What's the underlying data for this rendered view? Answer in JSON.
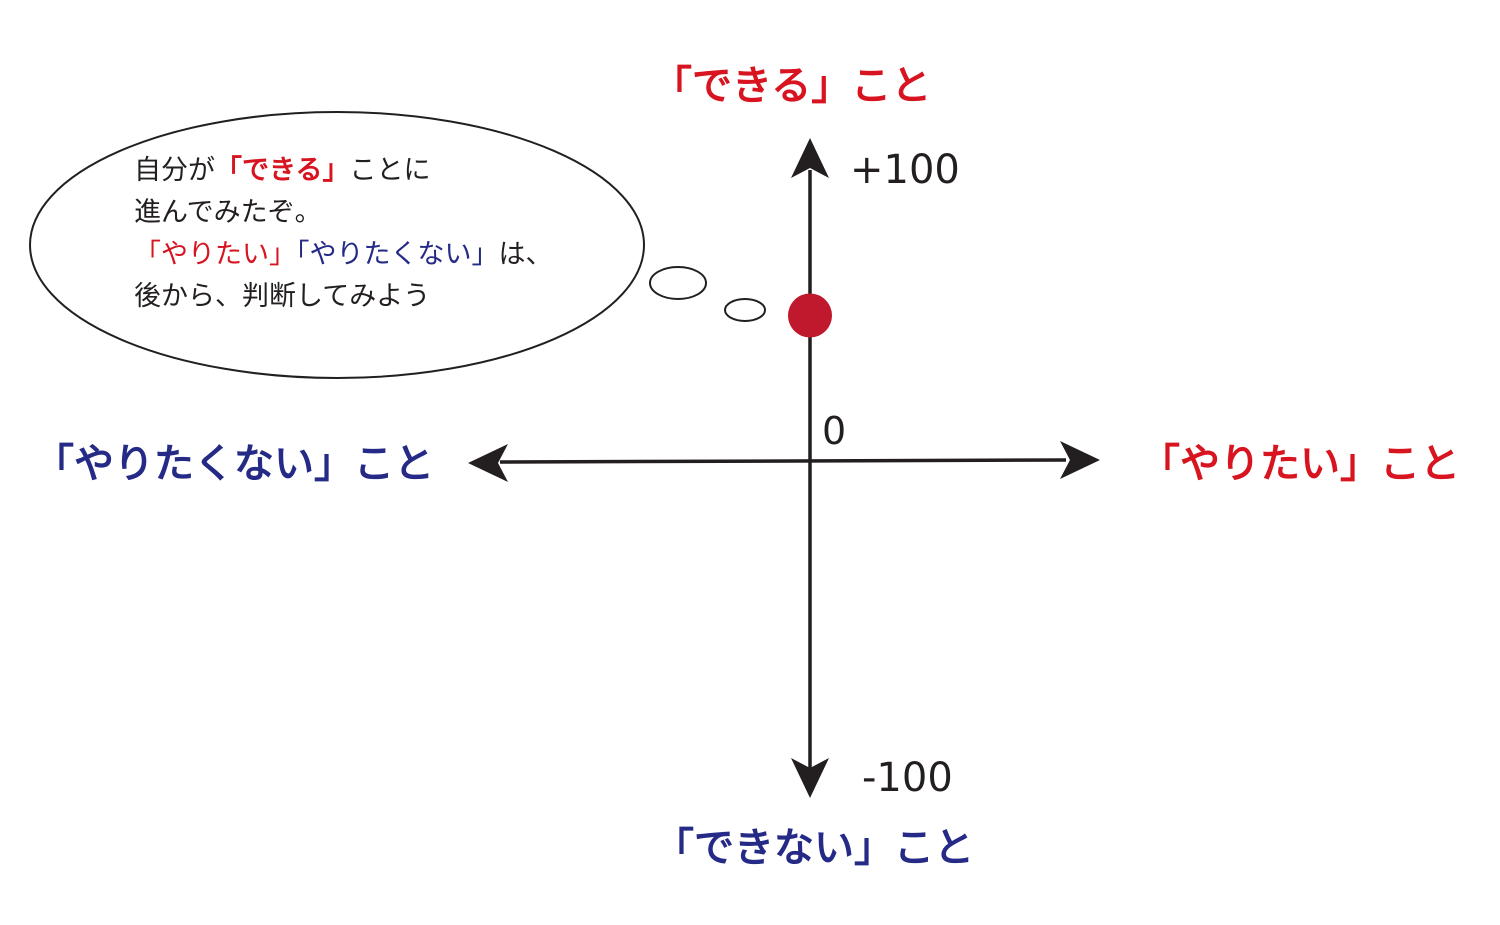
{
  "colors": {
    "red": "#d7141f",
    "blue": "#252a86",
    "axis": "#231f20",
    "marker": "#c0182c"
  },
  "axes": {
    "top_label": "「できる」こと",
    "bottom_label": "「できない」こと",
    "left_label": "「やりたくない」こと",
    "right_label": "「やりたい」こと",
    "plus_tick": "+100",
    "minus_tick": "-100",
    "origin_tick": "0"
  },
  "thought_bubble": {
    "line1_a": "自分が",
    "line1_b": "「できる」",
    "line1_c": "ことに",
    "line2": "進んでみたぞ。",
    "line3_a": "「やりたい」",
    "line3_b": "「やりたくない」",
    "line3_c": "は、",
    "line4": "後から、判断してみよう"
  },
  "marker": {
    "x_value": 0,
    "y_value": 50
  }
}
